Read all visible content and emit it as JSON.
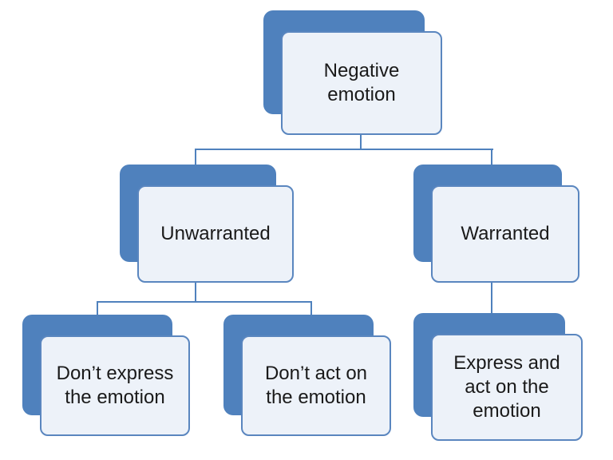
{
  "diagram": {
    "type": "hierarchy-flowchart",
    "colors": {
      "shadow": "#4f81bd",
      "box_fill": "#edf2f9",
      "box_border": "#5a86bf",
      "connector": "#4f81bd",
      "text": "#1a1a1a",
      "background": "#ffffff"
    },
    "nodes": {
      "root": {
        "label": "Negative\nemotion"
      },
      "unwarranted": {
        "label": "Unwarranted"
      },
      "warranted": {
        "label": "Warranted"
      },
      "dont_express": {
        "label": "Don’t express\nthe emotion"
      },
      "dont_act": {
        "label": "Don’t act on\nthe emotion"
      },
      "express_act": {
        "label": "Express and\nact on the\nemotion"
      }
    },
    "edges": [
      {
        "from": "root",
        "to": "unwarranted"
      },
      {
        "from": "root",
        "to": "warranted"
      },
      {
        "from": "unwarranted",
        "to": "dont_express"
      },
      {
        "from": "unwarranted",
        "to": "dont_act"
      },
      {
        "from": "warranted",
        "to": "express_act"
      }
    ]
  }
}
